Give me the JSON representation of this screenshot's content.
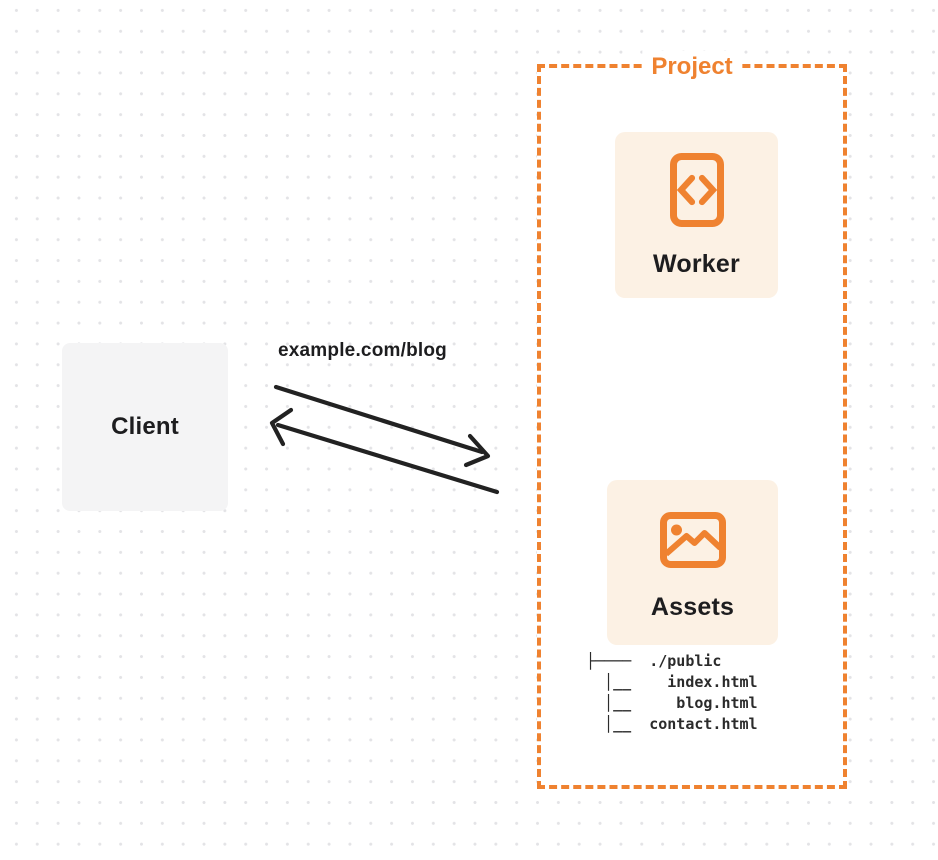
{
  "colors": {
    "accent_orange": "#EF8230",
    "card_cream": "#FCF1E4",
    "client_gray": "#F4F4F5",
    "arrow_dark": "#222222",
    "text_dark": "#1D1D1F",
    "dot_gray": "#E3E3E6"
  },
  "client": {
    "label": "Client"
  },
  "request": {
    "label": "example.com/blog"
  },
  "project": {
    "label": "Project",
    "worker": {
      "label": "Worker",
      "icon": "code-file-icon"
    },
    "assets": {
      "label": "Assets",
      "icon": "image-icon"
    },
    "file_tree": {
      "lines": [
        "├────  ./public",
        "  │__    index.html",
        "  │__     blog.html",
        "  │__  contact.html"
      ]
    }
  }
}
